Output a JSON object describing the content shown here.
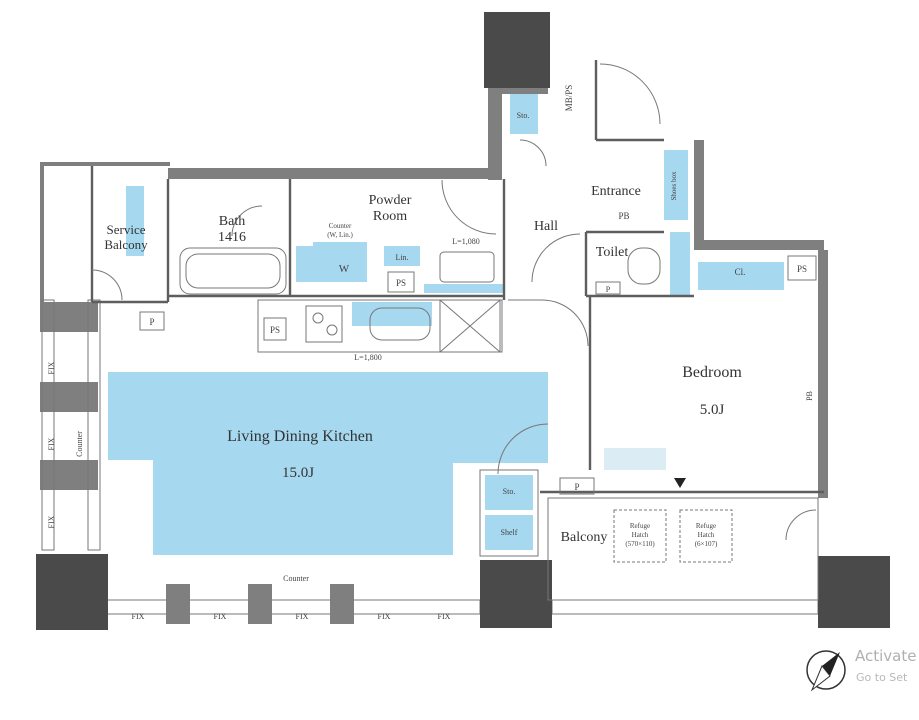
{
  "rooms": {
    "service_balcony": "Service\nBalcony",
    "bath": "Bath\n1416",
    "powder_room": "Powder\nRoom",
    "hall": "Hall",
    "entrance": "Entrance",
    "toilet": "Toilet",
    "bedroom": "Bedroom",
    "bedroom_size": "5.0J",
    "ldk": "Living Dining Kitchen",
    "ldk_size": "15.0J",
    "balcony": "Balcony"
  },
  "fixtures": {
    "mb_ps": "MB/PS",
    "sto_top": "Sto.",
    "shoes_box": "Shoes box",
    "pb_entrance": "PB",
    "cl": "Cl.",
    "ps": "PS",
    "p": "P",
    "counter_powder": "Counter\n(W, Lin.)",
    "w": "W",
    "lin": "Lin.",
    "l_1080": "L=1,080",
    "l_1800": "L=1,800",
    "counter": "Counter",
    "fix": "FIX",
    "sto": "Sto.",
    "shelf": "Shelf",
    "pb_bedroom": "PB",
    "refuge_1": "Refuge\nHatch\n(570×110)",
    "refuge_2": "Refuge\nHatch\n(6×107)"
  },
  "watermark": {
    "line1": "Activate",
    "line2": "Go to Set"
  },
  "colors": {
    "room_fill": "#a6d8f0",
    "wall": "#7f7f7f",
    "column": "#4a4a4a"
  }
}
